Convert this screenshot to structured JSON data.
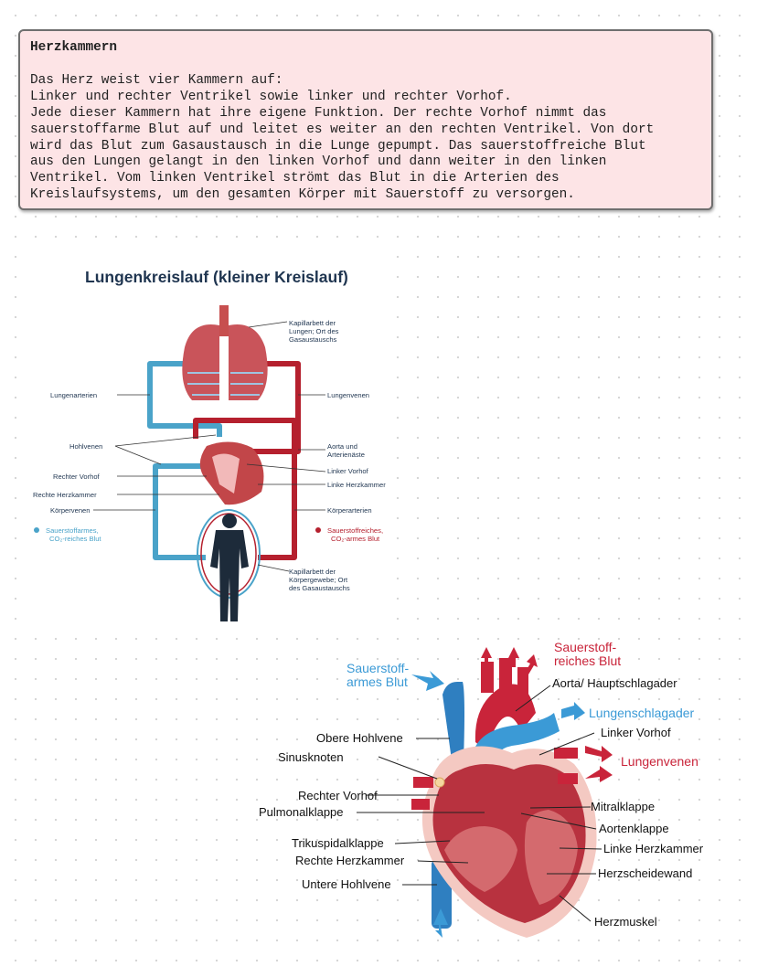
{
  "note": {
    "title": "Herzkammern",
    "lines": [
      "Das Herz weist vier Kammern auf:",
      "Linker und rechter Ventrikel sowie linker und rechter Vorhof.",
      "Jede dieser Kammern hat ihre eigene Funktion. Der rechte Vorhof nimmt das",
      "sauerstoffarme Blut auf und leitet es weiter an den rechten Ventrikel. Von dort",
      "wird das Blut zum Gasaustausch in die Lunge gepumpt. Das sauerstoffreiche Blut",
      "aus den Lungen gelangt in den linken Vorhof und dann weiter in den linken",
      "Ventrikel. Vom linken Ventrikel strömt das Blut in die Arterien des",
      "Kreislaufsystems, um den gesamten Körper mit Sauerstoff zu versorgen."
    ]
  },
  "circulation": {
    "title": "Lungenkreislauf (kleiner Kreislauf)",
    "labels": {
      "capillary_lungs": [
        "Kapillarbett der",
        "Lungen; Ort des",
        "Gasaustauschs"
      ],
      "lungenarterien": "Lungenarterien",
      "lungenvenen": "Lungenvenen",
      "hohlvenen": "Hohlvenen",
      "aorta": [
        "Aorta und",
        "Arterienäste"
      ],
      "linker_vorhof": "Linker Vorhof",
      "rechter_vorhof": "Rechter Vorhof",
      "linke_herzkammer": "Linke Herzkammer",
      "rechte_herzkammer": "Rechte Herzkammer",
      "koerpervenen": "Körpervenen",
      "koerperarterien": "Körperarterien",
      "capillary_body": [
        "Kapillarbett der",
        "Körpergewebe; Ort",
        "des Gasaustauschs"
      ]
    },
    "legend_poor": [
      "Sauerstoffarmes,",
      "CO₂-reiches Blut"
    ],
    "legend_rich": [
      "Sauerstoffreiches,",
      "CO₂-armes Blut"
    ]
  },
  "heart": {
    "sauerstoffarm": [
      "Sauerstoff-",
      "armes Blut"
    ],
    "sauerstoffreich": [
      "Sauerstoff-",
      "reiches Blut"
    ],
    "labels_left": [
      "Obere Hohlvene",
      "Sinusknoten",
      "Rechter Vorhof",
      "Pulmonalklappe",
      "Trikuspidalklappe",
      "Rechte Herzkammer",
      "Untere Hohlvene"
    ],
    "aorta": "Aorta/ Hauptschlagader",
    "lungenschlagader": "Lungenschlagader",
    "linker_vorhof": "Linker Vorhof",
    "lungenvenen": "Lungenvenen",
    "mitralklappe": "Mitralklappe",
    "aortenklappe": "Aortenklappe",
    "linke_herzkammer": "Linke Herzkammer",
    "herzscheidewand": "Herzscheidewand",
    "herzmuskel": "Herzmuskel"
  },
  "colors": {
    "poor": "#4aa3c9",
    "rich": "#b5202e",
    "note_bg": "#fde4e6"
  }
}
